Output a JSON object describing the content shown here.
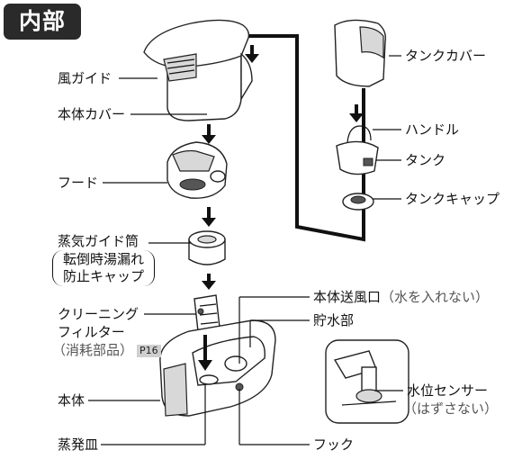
{
  "title": "内部",
  "labels": {
    "wind_guide": "風ガイド",
    "body_cover": "本体カバー",
    "hood": "フード",
    "steam_guide_tube": "蒸気ガイド筒",
    "anti_spill_cap_1": "転倒時湯漏れ",
    "anti_spill_cap_2": "防止キャップ",
    "cleaning_filter_1": "クリーニング",
    "cleaning_filter_2": "フィルター",
    "consumable": "（消耗部品）",
    "page_ref": "P16",
    "main_body": "本体",
    "evaporation_tray": "蒸発皿",
    "tank_cover": "タンクカバー",
    "handle": "ハンドル",
    "tank": "タンク",
    "tank_cap": "タンクキャップ",
    "air_outlet": "本体送風口",
    "air_outlet_note": "（水を入れない）",
    "reservoir": "貯水部",
    "water_sensor": "水位センサー",
    "water_sensor_note": "（はずさない）",
    "hook": "フック"
  },
  "colors": {
    "badge_background": "#2a2a2a",
    "badge_text": "#ffffff",
    "line": "#111111",
    "part_fill": "#ffffff",
    "part_shade": "#d8d8d8"
  }
}
